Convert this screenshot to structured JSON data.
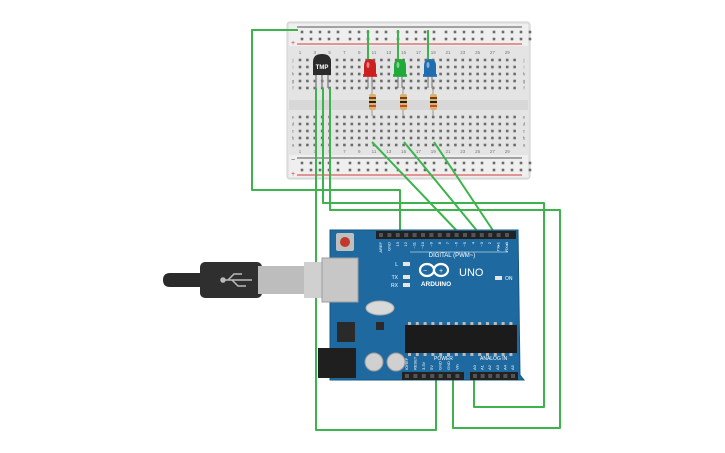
{
  "breadboard": {
    "column_numbers": [
      "1",
      "3",
      "5",
      "7",
      "9",
      "11",
      "13",
      "15",
      "17",
      "19",
      "21",
      "23",
      "25",
      "27",
      "29"
    ],
    "row_letters_top": [
      "j",
      "i",
      "h",
      "g",
      "f"
    ],
    "row_letters_bottom": [
      "e",
      "d",
      "c",
      "b",
      "a"
    ],
    "rail_plus": "+",
    "rail_minus": "−"
  },
  "sensor": {
    "label": "TMP"
  },
  "leds": [
    {
      "name": "red-led",
      "color": "#cc1f1f"
    },
    {
      "name": "green-led",
      "color": "#1faa3a"
    },
    {
      "name": "blue-led",
      "color": "#1f6fb0"
    }
  ],
  "arduino": {
    "brand": "ARDUINO",
    "model": "UNO",
    "digital_header_label": "DIGITAL (PWM~)",
    "power_label": "POWER",
    "analog_label": "ANALOG IN",
    "on_label": "ON",
    "led_labels": [
      "L",
      "TX",
      "RX"
    ],
    "digital_pins": [
      "AREF",
      "GND",
      "13",
      "12",
      "~11",
      "~10",
      "~9",
      "8",
      "7",
      "~6",
      "~5",
      "4",
      "~3",
      "2",
      "TX▸1",
      "RX◂0"
    ],
    "power_pins": [
      "IOREF",
      "RESET",
      "3.3V",
      "5V",
      "GND",
      "GND",
      "Vin"
    ],
    "analog_pins": [
      "A0",
      "A1",
      "A2",
      "A3",
      "A4",
      "A5"
    ]
  },
  "colors": {
    "wire": "#3cb44b",
    "board": "#1e6aa0",
    "breadboard": "#e6e6e6"
  }
}
